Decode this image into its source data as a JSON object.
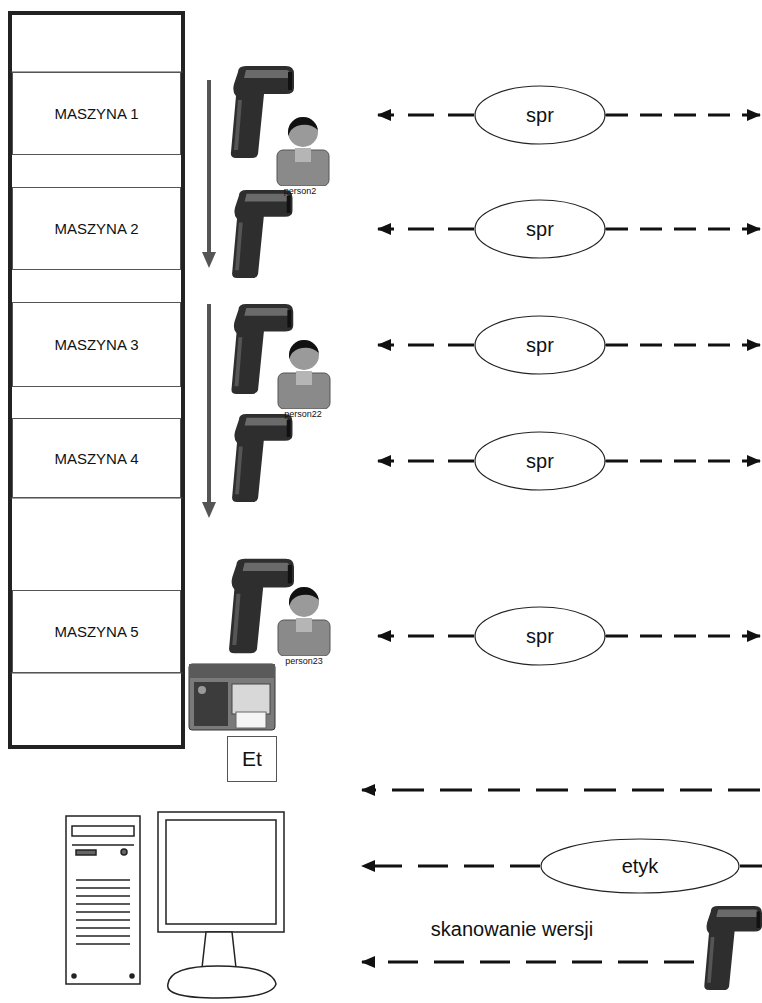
{
  "diagram": {
    "nodes": [
      {
        "text": [
          "MASZYNA 1"
        ]
      },
      {
        "text": [
          "MASZYNA 2"
        ]
      },
      {
        "text": [
          "MASZYNA 3"
        ]
      },
      {
        "text": [
          "MASZYNA 4"
        ]
      },
      {
        "text": [
          "MASZYNA 5"
        ]
      },
      {
        "text": [
          "spr"
        ]
      },
      {
        "text": [
          "spr"
        ]
      },
      {
        "text": [
          "spr"
        ]
      },
      {
        "text": [
          "spr"
        ]
      },
      {
        "text": [
          "spr"
        ]
      },
      {
        "text": [
          "Et"
        ]
      },
      {
        "text": [
          "etyk"
        ]
      }
    ],
    "labels": [
      "person2",
      "person22",
      "person23",
      "skanowanie wersji"
    ]
  }
}
